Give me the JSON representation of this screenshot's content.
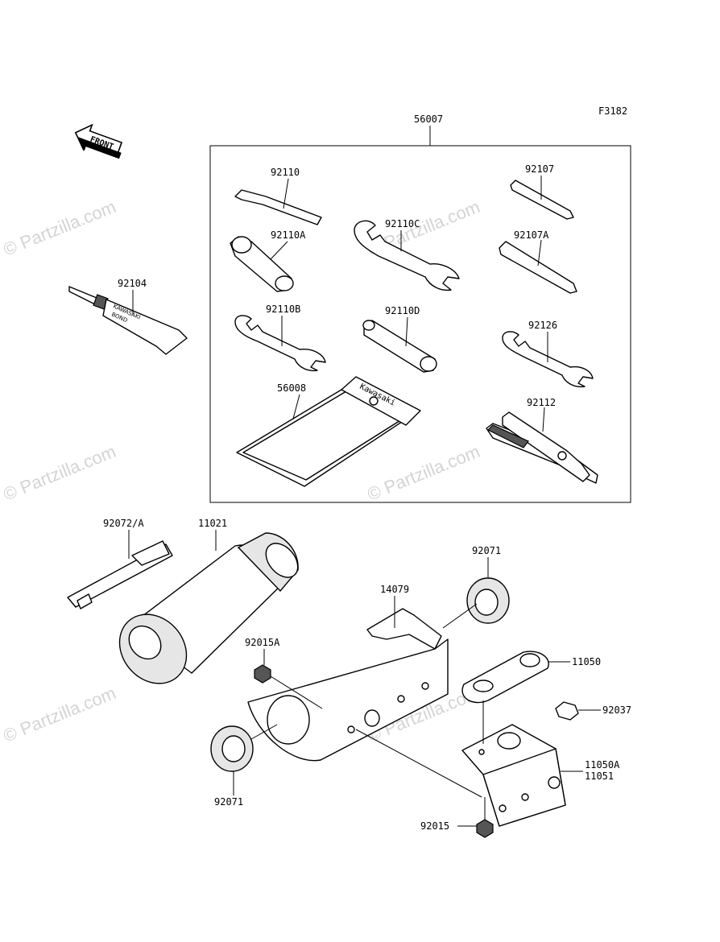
{
  "figure_code": "F3182",
  "front_label": "FRONT",
  "watermark": "© Partzilla.com",
  "tube_text": [
    "KAWASAKI",
    "BOND"
  ],
  "pouch_text": "Kawasaki",
  "part_labels": {
    "p56007": "56007",
    "p92110": "92110",
    "p92107": "92107",
    "p92110C": "92110C",
    "p92110A": "92110A",
    "p92107A": "92107A",
    "p92104": "92104",
    "p92110B": "92110B",
    "p92110D": "92110D",
    "p92126": "92126",
    "p56008": "56008",
    "p92112": "92112",
    "p92072A": "92072/A",
    "p11021": "11021",
    "p92071a": "92071",
    "p14079": "14079",
    "p92015A": "92015A",
    "p11050": "11050",
    "p92037": "92037",
    "p11050A": "11050A",
    "p11051": "11051",
    "p92071b": "92071",
    "p92015": "92015"
  }
}
